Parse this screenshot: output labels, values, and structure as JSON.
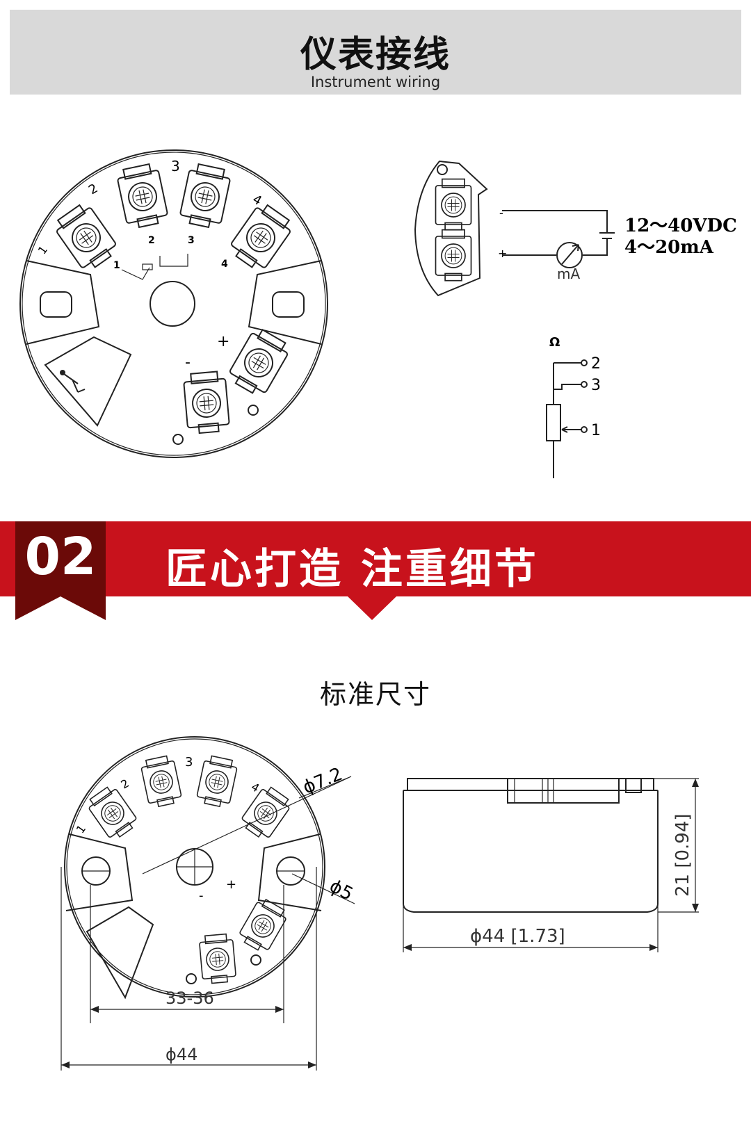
{
  "header": {
    "title": "仪表接线",
    "subtitle": "Instrument wiring"
  },
  "terminal_labels": {
    "t1": "1",
    "t2": "2",
    "t3": "3",
    "t4": "4",
    "plus": "+",
    "minus": "-"
  },
  "wiring": {
    "supply_voltage": "12～40VDC",
    "supply_current": "4～20mA",
    "meter_unit": "mA",
    "pin_minus": "-",
    "pin_plus": "+",
    "ohm_symbol": "Ω",
    "rtd_pin_2": "2",
    "rtd_pin_3": "3",
    "rtd_pin_1": "1"
  },
  "section": {
    "number": "02",
    "title": "匠心打造  注重细节",
    "subtitle": "标准尺寸"
  },
  "dimensions": {
    "center_hole": "ϕ7.2",
    "mount_hole": "ϕ5",
    "mount_spacing": "33-36",
    "top_diameter": "ϕ44",
    "height": "21 [0.94]",
    "side_diameter": "ϕ44  [1.73]"
  },
  "colors": {
    "banner_gray": "#d9d9d9",
    "accent_red": "#c8121c",
    "dark_red": "#6b0a08"
  }
}
